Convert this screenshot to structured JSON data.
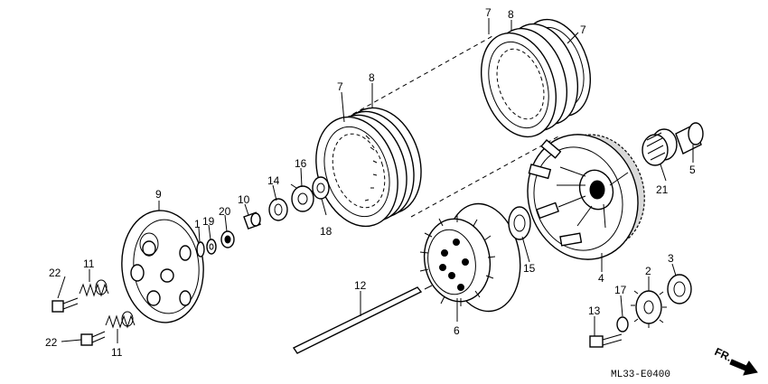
{
  "diagram": {
    "code": "ML33-E0400",
    "direction_label": "FR."
  },
  "callouts": {
    "c1": "1",
    "c2": "2",
    "c3": "3",
    "c4": "4",
    "c5": "5",
    "c6": "6",
    "c7a": "7",
    "c7b": "7",
    "c7c": "7",
    "c8a": "8",
    "c8b": "8",
    "c9": "9",
    "c10": "10",
    "c11a": "11",
    "c11b": "11",
    "c12": "12",
    "c13": "13",
    "c14": "14",
    "c15": "15",
    "c16": "16",
    "c17": "17",
    "c18": "18",
    "c19": "19",
    "c20": "20",
    "c21": "21",
    "c22a": "22",
    "c22b": "22"
  }
}
